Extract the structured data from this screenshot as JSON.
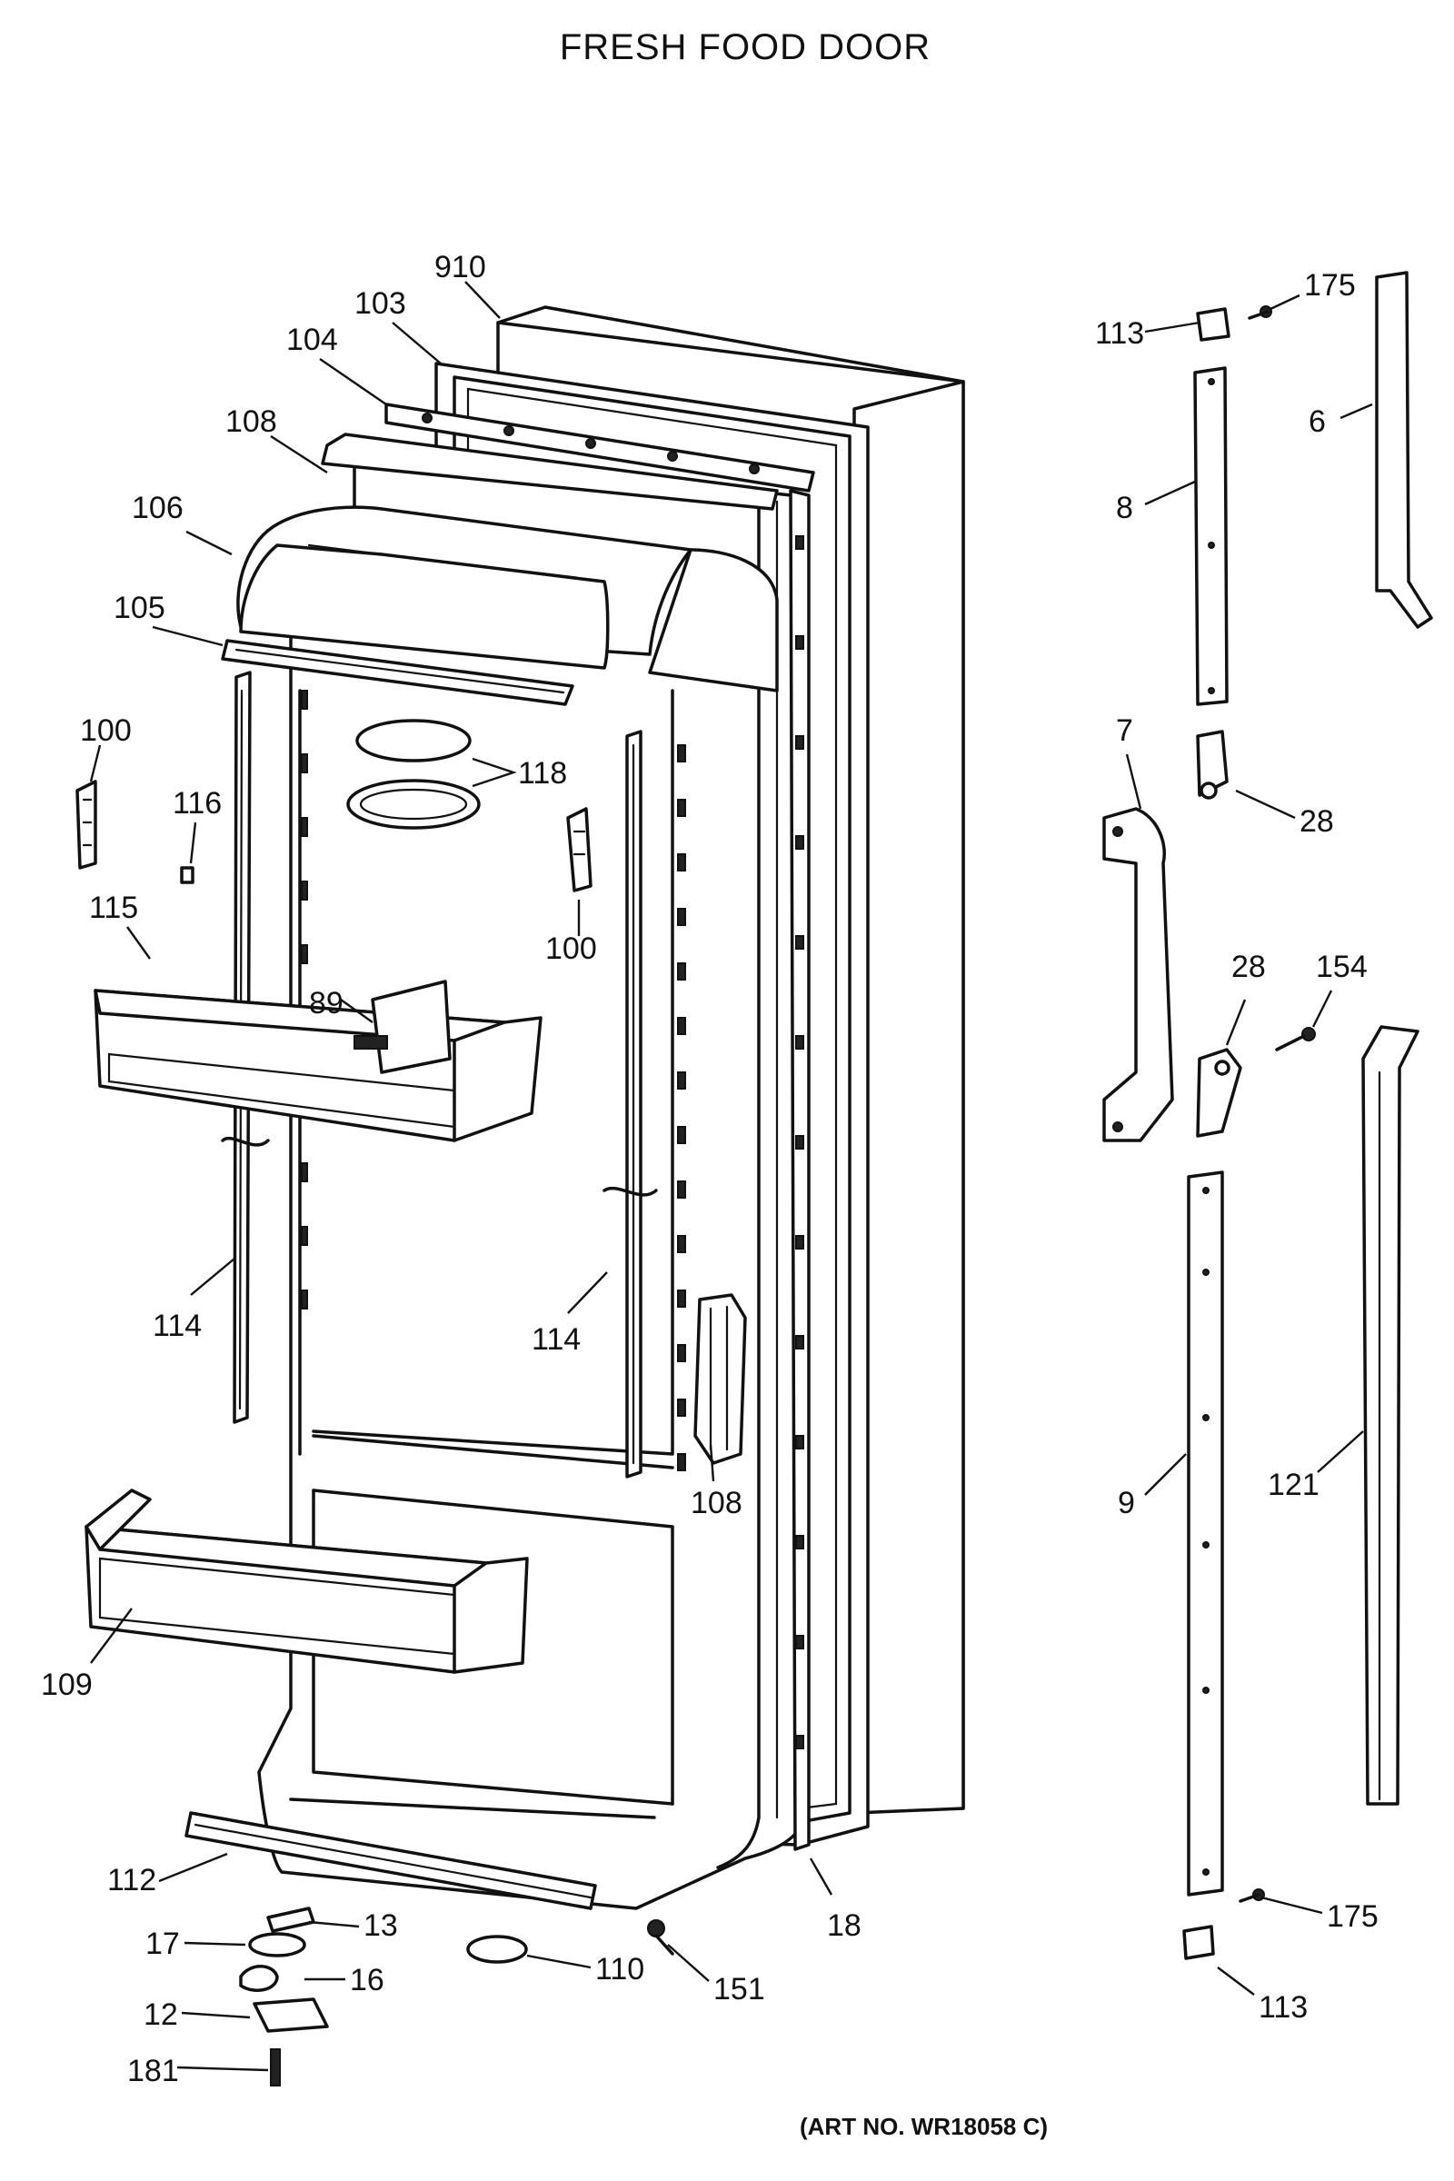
{
  "title": "FRESH FOOD DOOR",
  "art_number": "(ART NO. WR18058 C)",
  "callouts": {
    "c910": "910",
    "c103": "103",
    "c104": "104",
    "c108a": "108",
    "c106": "106",
    "c105": "105",
    "c100a": "100",
    "c116": "116",
    "c118": "118",
    "c100b": "100",
    "c115": "115",
    "c89": "89",
    "c114a": "114",
    "c114b": "114",
    "c108b": "108",
    "c109": "109",
    "c112": "112",
    "c13": "13",
    "c17": "17",
    "c16": "16",
    "c12": "12",
    "c181": "181",
    "c110": "110",
    "c151": "151",
    "c18": "18",
    "c113a": "113",
    "c175a": "175",
    "c6": "6",
    "c8": "8",
    "c7": "7",
    "c28a": "28",
    "c28b": "28",
    "c154": "154",
    "c9": "9",
    "c121": "121",
    "c175b": "175",
    "c113b": "113"
  }
}
